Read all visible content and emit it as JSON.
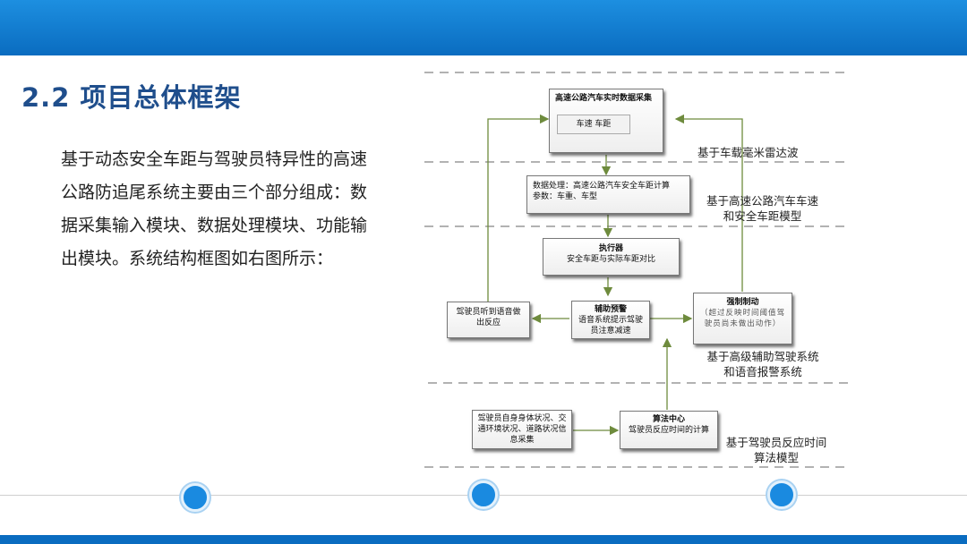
{
  "slide": {
    "title": "2.2 项目总体框架",
    "description": "基于动态安全车距与驾驶员特异性的高速公路防追尾系统主要由三个部分组成：数据采集输入模块、数据处理模块、功能输出模块。系统结构框图如右图所示："
  },
  "diagram": {
    "collect": {
      "title": "高速公路汽车实时数据采集",
      "inner": "车速  车距"
    },
    "process": {
      "line1": "数据处理：高速公路汽车安全车距计算",
      "line2": "参数：车重、车型"
    },
    "executor": {
      "title": "执行器",
      "text": "安全车距与实际车距对比"
    },
    "driver_react": {
      "text": "驾驶员听到语音做出反应"
    },
    "assist": {
      "title": "辅助预警",
      "text": "语音系统提示驾驶员注意减速"
    },
    "brake": {
      "title": "强制制动",
      "text": "（超过反映时间阈值驾驶员尚未做出动作）"
    },
    "driver_status": {
      "text": "驾驶员自身身体状况、交通环境状况、道路状况信息采集"
    },
    "algo": {
      "title": "算法中心",
      "text": "驾驶员反应时间的计算"
    },
    "labels": {
      "radar": "基于车载毫米雷达波",
      "model1": "基于高速公路汽车车速",
      "model2": "和安全车距模型",
      "adas1": "基于高级辅助驾驶系统",
      "adas2": "和语音报警系统",
      "algo1": "基于驾驶员反应时间",
      "algo2": "算法模型"
    }
  },
  "colors": {
    "accent": "#1a8ae0",
    "title": "#1f4e8c",
    "arrow": "#6e8b3d",
    "dash": "#999999"
  }
}
